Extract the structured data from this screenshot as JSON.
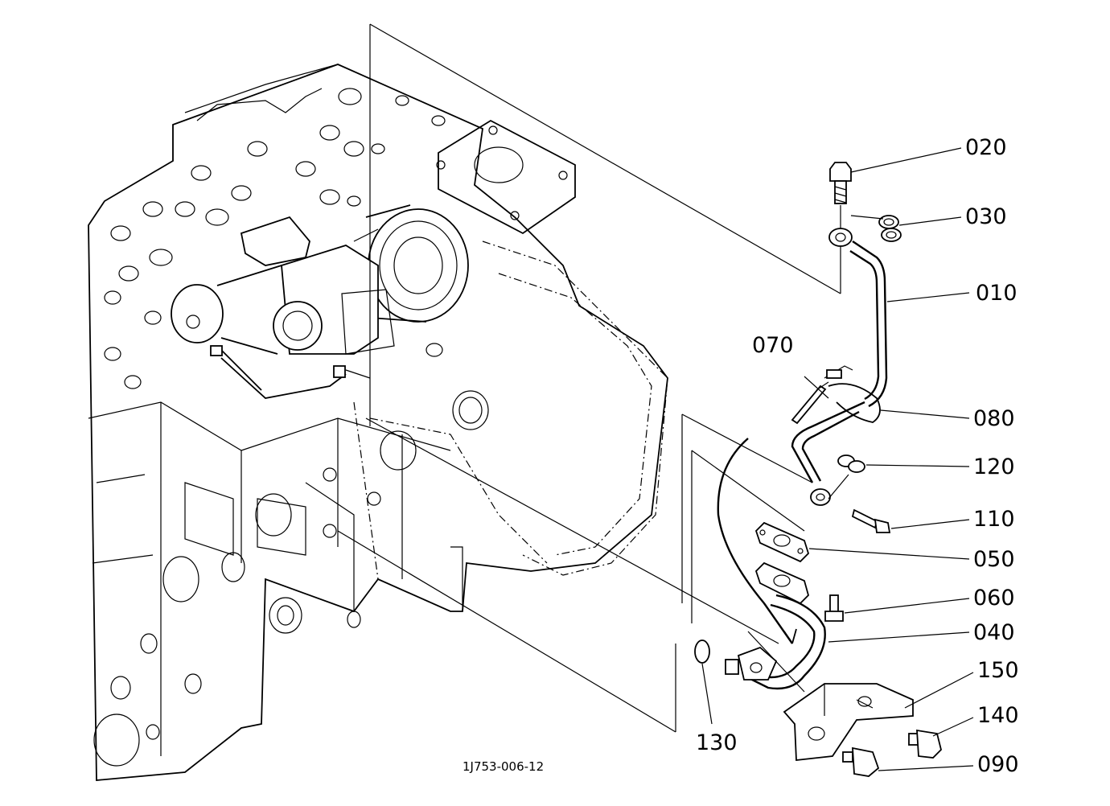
{
  "diagram": {
    "drawing_number": "1J753-006-12",
    "callouts": [
      {
        "id": "010",
        "label": "010"
      },
      {
        "id": "020",
        "label": "020"
      },
      {
        "id": "030",
        "label": "030"
      },
      {
        "id": "040",
        "label": "040"
      },
      {
        "id": "050",
        "label": "050"
      },
      {
        "id": "060",
        "label": "060"
      },
      {
        "id": "070",
        "label": "070"
      },
      {
        "id": "080",
        "label": "080"
      },
      {
        "id": "090",
        "label": "090"
      },
      {
        "id": "110",
        "label": "110"
      },
      {
        "id": "120",
        "label": "120"
      },
      {
        "id": "130",
        "label": "130"
      },
      {
        "id": "140",
        "label": "140"
      },
      {
        "id": "150",
        "label": "150"
      }
    ]
  }
}
